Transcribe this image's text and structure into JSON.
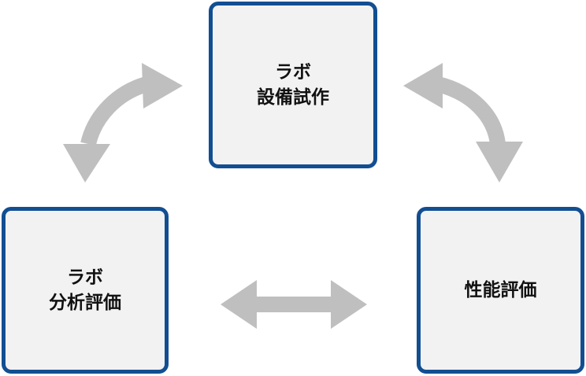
{
  "nodes": {
    "top": {
      "line1": "ラボ",
      "line2": "設備試作"
    },
    "left": {
      "line1": "ラボ",
      "line2": "分析評価"
    },
    "right": {
      "line1": "性能評価"
    }
  },
  "colors": {
    "border": "#124e92",
    "box_fill": "#f2f2f2",
    "arrow": "#bfbfbf",
    "text": "#111111"
  },
  "icons": [
    "double-headed-arrow",
    "double-headed-arrow",
    "double-headed-arrow"
  ]
}
